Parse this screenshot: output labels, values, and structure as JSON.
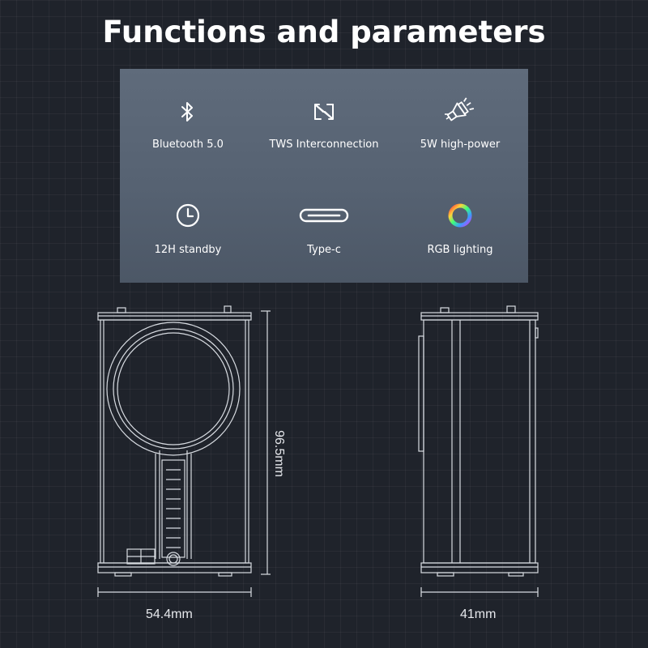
{
  "title": "Functions and parameters",
  "features": [
    {
      "label": "Bluetooth 5.0",
      "icon": "bluetooth-icon"
    },
    {
      "label": "TWS Interconnection",
      "icon": "tws-link-icon"
    },
    {
      "label": "5W high-power",
      "icon": "speaker-power-icon"
    },
    {
      "label": "12H standby",
      "icon": "clock-icon"
    },
    {
      "label": "Type-c",
      "icon": "usb-type-c-icon"
    },
    {
      "label": "RGB lighting",
      "icon": "rgb-ring-icon"
    }
  ],
  "dimensions": {
    "height": "96.5mm",
    "front_width": "54.4mm",
    "side_width": "41mm"
  },
  "colors": {
    "background": "#1f232b",
    "panel": "#5a6676",
    "text": "#ffffff",
    "line": "#d8dce2"
  }
}
